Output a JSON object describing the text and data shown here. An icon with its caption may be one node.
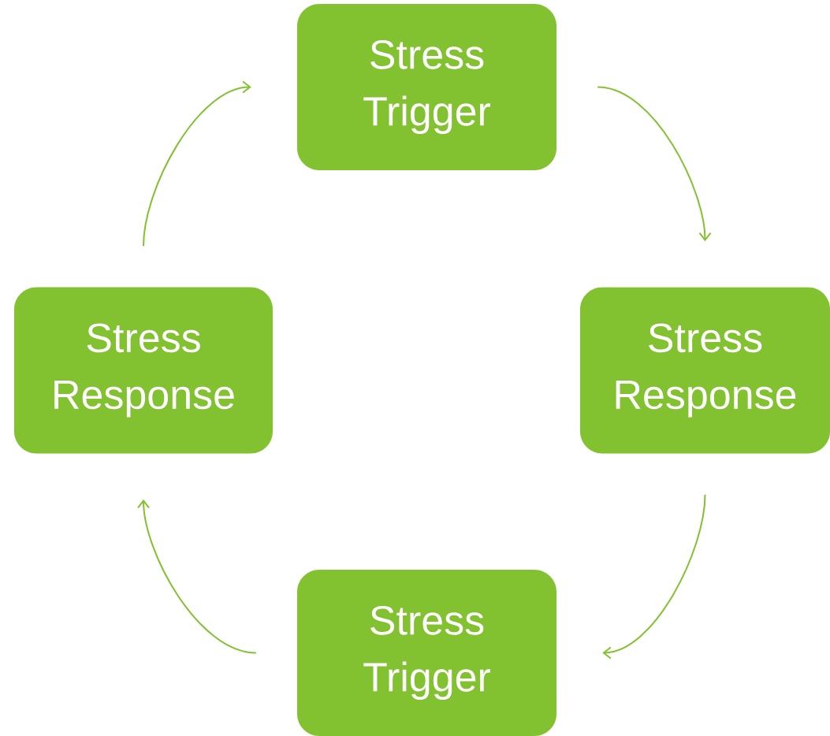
{
  "diagram": {
    "nodes": [
      {
        "text": [
          "Stress Trigger"
        ]
      },
      {
        "text": [
          "Stress Response"
        ]
      },
      {
        "text": [
          "Stress Trigger"
        ]
      },
      {
        "text": [
          "Stress Response"
        ]
      }
    ],
    "edges": [
      {
        "from": 0,
        "to": 1,
        "arrow": "to"
      },
      {
        "from": 1,
        "to": 2,
        "arrow": "to"
      },
      {
        "from": 2,
        "to": 3,
        "arrow": "to"
      },
      {
        "from": 3,
        "to": 0,
        "arrow": "to"
      }
    ]
  }
}
